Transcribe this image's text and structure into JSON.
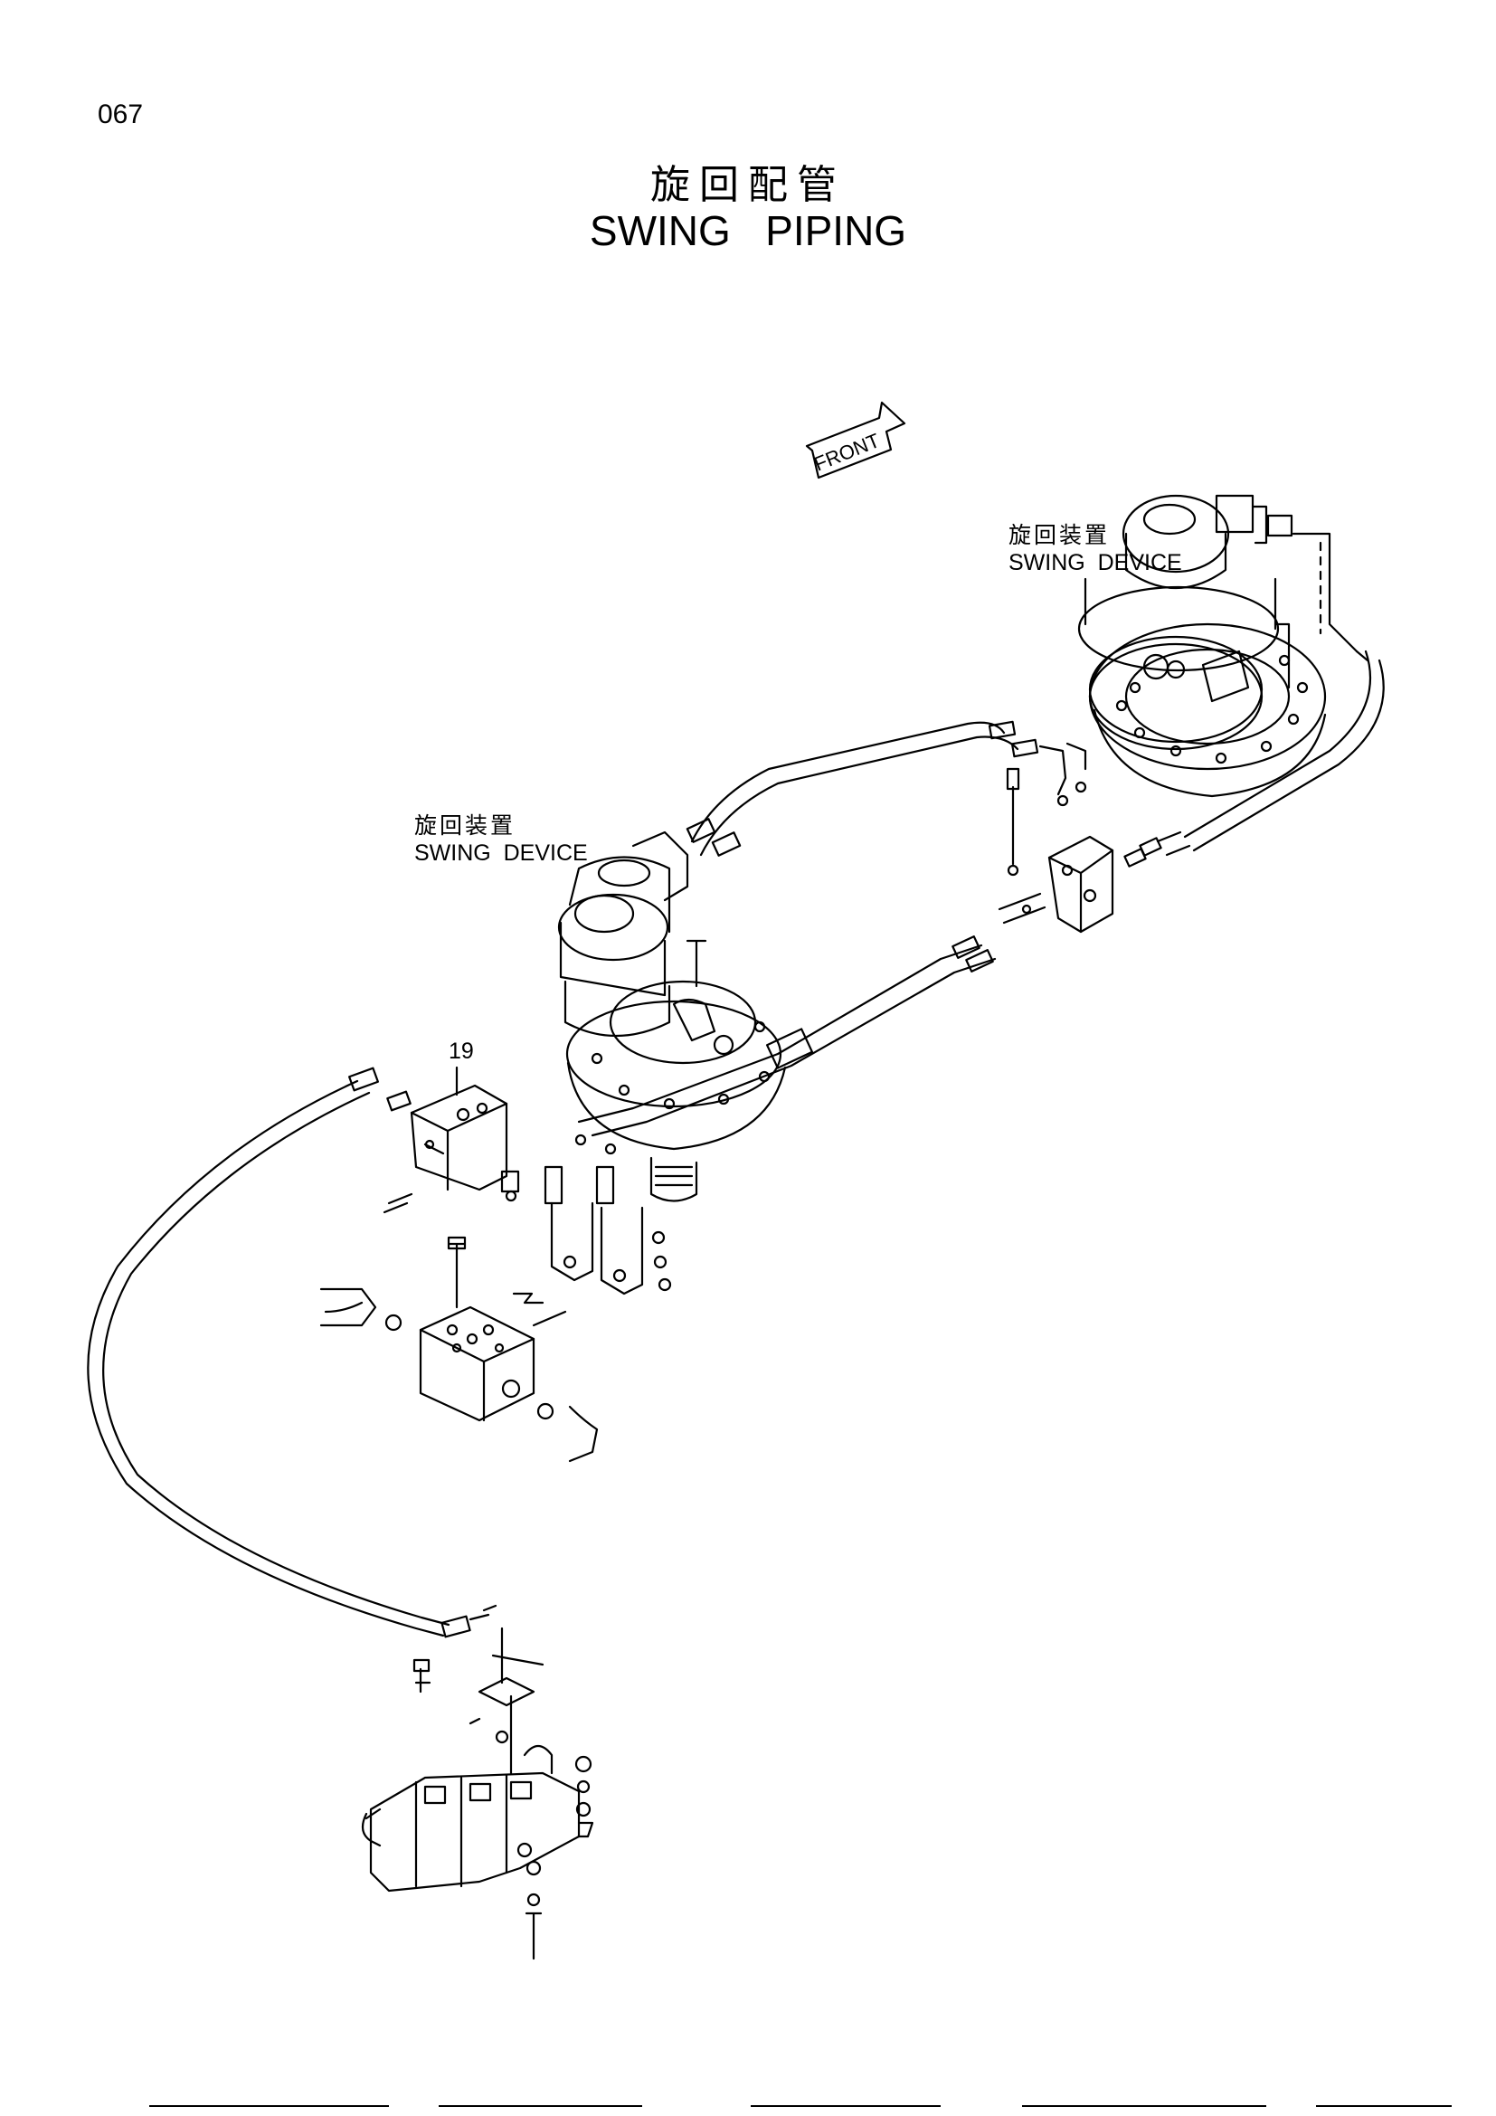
{
  "page": {
    "number": "067",
    "title_jp": "旋回配管",
    "title_en": "SWING   PIPING"
  },
  "callouts": {
    "front": "FRONT",
    "swing_device_upper": {
      "jp": "旋回装置",
      "en": "SWING  DEVICE"
    },
    "swing_device_lower": {
      "jp": "旋回装置",
      "en": "SWING  DEVICE"
    }
  },
  "parts": [
    {
      "id": "19"
    }
  ]
}
